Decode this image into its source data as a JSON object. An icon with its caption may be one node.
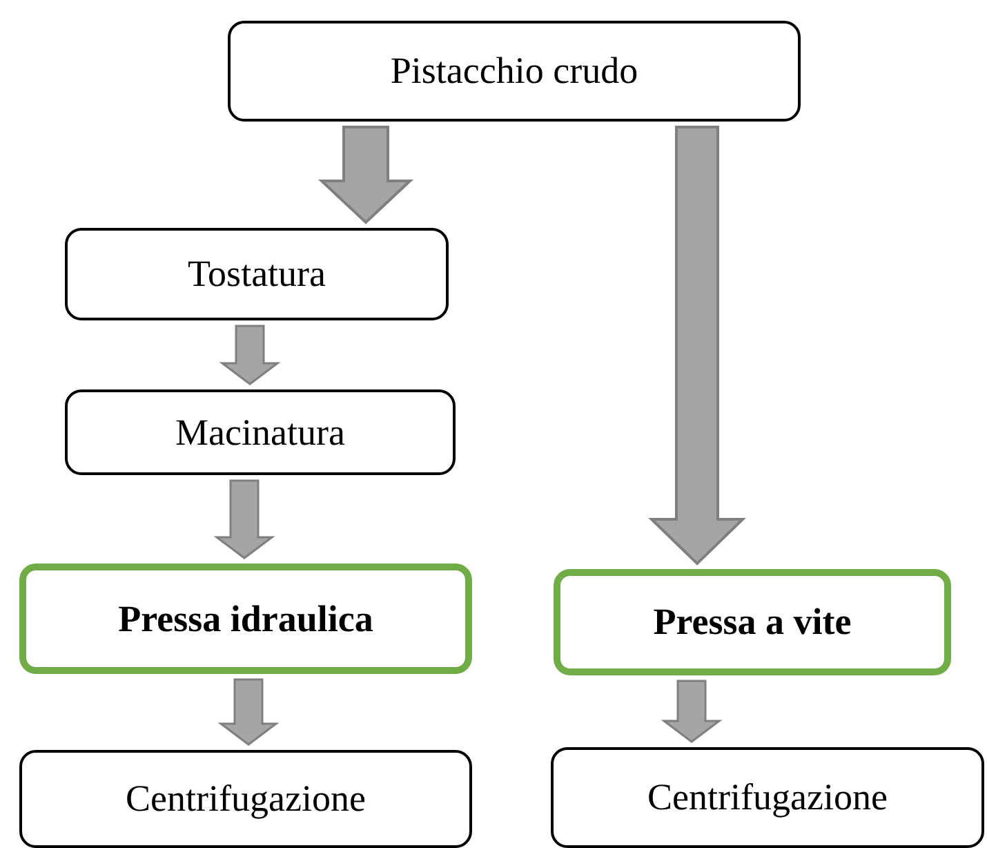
{
  "diagram": {
    "nodes": [
      {
        "text": [
          "Pistacchio crudo"
        ]
      },
      {
        "text": [
          "Tostatura"
        ]
      },
      {
        "text": [
          "Macinatura"
        ]
      },
      {
        "text": [
          "Pressa idraulica"
        ]
      },
      {
        "text": [
          "Pressa a vite"
        ]
      },
      {
        "text": [
          "Centrifugazione"
        ]
      },
      {
        "text": [
          "Centrifugazione"
        ]
      }
    ],
    "edges": [
      {
        "from": 0,
        "to": 1,
        "arrow": "to",
        "style": "thick"
      },
      {
        "from": 0,
        "to": 4,
        "arrow": "to",
        "style": "thick"
      },
      {
        "from": 1,
        "to": 2,
        "arrow": "to"
      },
      {
        "from": 2,
        "to": 3,
        "arrow": "to"
      },
      {
        "from": 3,
        "to": 5,
        "arrow": "to"
      },
      {
        "from": 4,
        "to": 6,
        "arrow": "to"
      }
    ]
  }
}
